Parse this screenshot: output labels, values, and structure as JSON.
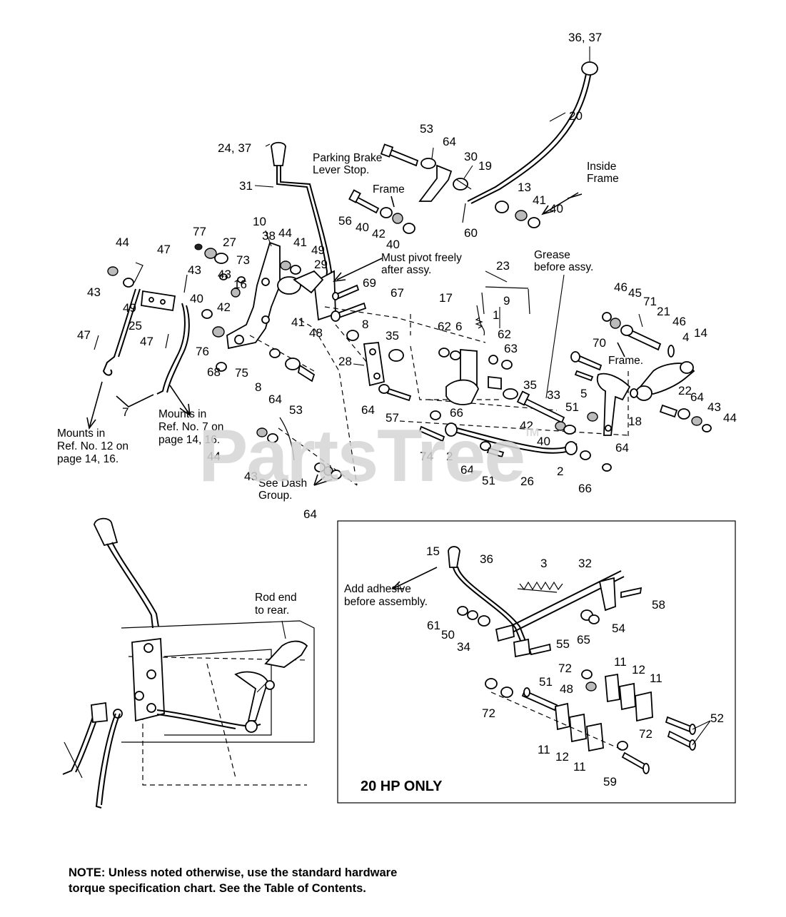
{
  "callouts_main": [
    {
      "id": "c-36-37",
      "text": "36, 37"
    },
    {
      "id": "c-20",
      "text": "20"
    },
    {
      "id": "c-53a",
      "text": "53"
    },
    {
      "id": "c-64a",
      "text": "64"
    },
    {
      "id": "c-30",
      "text": "30"
    },
    {
      "id": "c-19",
      "text": "19"
    },
    {
      "id": "c-13",
      "text": "13"
    },
    {
      "id": "c-41a",
      "text": "41"
    },
    {
      "id": "c-40a",
      "text": "40"
    },
    {
      "id": "c-60",
      "text": "60"
    },
    {
      "id": "c-24-37",
      "text": "24, 37"
    },
    {
      "id": "c-31",
      "text": "31"
    },
    {
      "id": "c-56",
      "text": "56"
    },
    {
      "id": "c-40b",
      "text": "40"
    },
    {
      "id": "c-42a",
      "text": "42"
    },
    {
      "id": "c-40c",
      "text": "40"
    },
    {
      "id": "c-10",
      "text": "10"
    },
    {
      "id": "c-77",
      "text": "77"
    },
    {
      "id": "c-27",
      "text": "27"
    },
    {
      "id": "c-38",
      "text": "38"
    },
    {
      "id": "c-44a",
      "text": "44"
    },
    {
      "id": "c-41b",
      "text": "41"
    },
    {
      "id": "c-49a",
      "text": "49"
    },
    {
      "id": "c-29",
      "text": "29"
    },
    {
      "id": "c-73",
      "text": "73"
    },
    {
      "id": "c-43a",
      "text": "43"
    },
    {
      "id": "c-43b",
      "text": "43"
    },
    {
      "id": "c-16",
      "text": "16"
    },
    {
      "id": "c-69",
      "text": "69"
    },
    {
      "id": "c-67",
      "text": "67"
    },
    {
      "id": "c-23",
      "text": "23"
    },
    {
      "id": "c-9",
      "text": "9"
    },
    {
      "id": "c-44b",
      "text": "44"
    },
    {
      "id": "c-47a",
      "text": "47"
    },
    {
      "id": "c-43c",
      "text": "43"
    },
    {
      "id": "c-49b",
      "text": "49"
    },
    {
      "id": "c-40d",
      "text": "40"
    },
    {
      "id": "c-42b",
      "text": "42"
    },
    {
      "id": "c-25",
      "text": "25"
    },
    {
      "id": "c-41c",
      "text": "41"
    },
    {
      "id": "c-48a",
      "text": "48"
    },
    {
      "id": "c-8a",
      "text": "8"
    },
    {
      "id": "c-17",
      "text": "17"
    },
    {
      "id": "c-1",
      "text": "1"
    },
    {
      "id": "c-62a",
      "text": "62"
    },
    {
      "id": "c-6",
      "text": "6"
    },
    {
      "id": "c-62b",
      "text": "62"
    },
    {
      "id": "c-63",
      "text": "63"
    },
    {
      "id": "c-35a",
      "text": "35"
    },
    {
      "id": "c-46a",
      "text": "46"
    },
    {
      "id": "c-45",
      "text": "45"
    },
    {
      "id": "c-71",
      "text": "71"
    },
    {
      "id": "c-21",
      "text": "21"
    },
    {
      "id": "c-46b",
      "text": "46"
    },
    {
      "id": "c-4",
      "text": "4"
    },
    {
      "id": "c-14",
      "text": "14"
    },
    {
      "id": "c-47b",
      "text": "47"
    },
    {
      "id": "c-47c",
      "text": "47"
    },
    {
      "id": "c-76",
      "text": "76"
    },
    {
      "id": "c-28",
      "text": "28"
    },
    {
      "id": "c-70",
      "text": "70"
    },
    {
      "id": "c-68",
      "text": "68"
    },
    {
      "id": "c-75",
      "text": "75"
    },
    {
      "id": "c-8b",
      "text": "8"
    },
    {
      "id": "c-64b",
      "text": "64"
    },
    {
      "id": "c-53b",
      "text": "53"
    },
    {
      "id": "c-35b",
      "text": "35"
    },
    {
      "id": "c-33",
      "text": "33"
    },
    {
      "id": "c-5",
      "text": "5"
    },
    {
      "id": "c-22",
      "text": "22"
    },
    {
      "id": "c-64c",
      "text": "64"
    },
    {
      "id": "c-43d",
      "text": "43"
    },
    {
      "id": "c-44c",
      "text": "44"
    },
    {
      "id": "c-7",
      "text": "7"
    },
    {
      "id": "c-64d",
      "text": "64"
    },
    {
      "id": "c-57",
      "text": "57"
    },
    {
      "id": "c-66a",
      "text": "66"
    },
    {
      "id": "c-51a",
      "text": "51"
    },
    {
      "id": "c-18",
      "text": "18"
    },
    {
      "id": "c-42c",
      "text": "42"
    },
    {
      "id": "c-40e",
      "text": "40"
    },
    {
      "id": "c-74",
      "text": "74"
    },
    {
      "id": "c-44d",
      "text": "44"
    },
    {
      "id": "c-2a",
      "text": "2"
    },
    {
      "id": "c-64e",
      "text": "64"
    },
    {
      "id": "c-64f",
      "text": "64"
    },
    {
      "id": "c-2b",
      "text": "2"
    },
    {
      "id": "c-43e",
      "text": "43"
    },
    {
      "id": "c-51b",
      "text": "51"
    },
    {
      "id": "c-26",
      "text": "26"
    },
    {
      "id": "c-66b",
      "text": "66"
    },
    {
      "id": "c-64g",
      "text": "64"
    }
  ],
  "callouts_inset": [
    {
      "id": "i-15",
      "text": "15"
    },
    {
      "id": "i-36",
      "text": "36"
    },
    {
      "id": "i-3",
      "text": "3"
    },
    {
      "id": "i-32",
      "text": "32"
    },
    {
      "id": "i-58",
      "text": "58"
    },
    {
      "id": "i-61",
      "text": "61"
    },
    {
      "id": "i-50",
      "text": "50"
    },
    {
      "id": "i-34",
      "text": "34"
    },
    {
      "id": "i-65",
      "text": "65"
    },
    {
      "id": "i-54",
      "text": "54"
    },
    {
      "id": "i-55",
      "text": "55"
    },
    {
      "id": "i-72a",
      "text": "72"
    },
    {
      "id": "i-11a",
      "text": "11"
    },
    {
      "id": "i-12a",
      "text": "12"
    },
    {
      "id": "i-11b",
      "text": "11"
    },
    {
      "id": "i-51",
      "text": "51"
    },
    {
      "id": "i-48",
      "text": "48"
    },
    {
      "id": "i-72b",
      "text": "72"
    },
    {
      "id": "i-52",
      "text": "52"
    },
    {
      "id": "i-11c",
      "text": "11"
    },
    {
      "id": "i-12b",
      "text": "12"
    },
    {
      "id": "i-72c",
      "text": "72"
    },
    {
      "id": "i-11d",
      "text": "11"
    },
    {
      "id": "i-59",
      "text": "59"
    }
  ],
  "notes": {
    "parking_brake_1": "Parking Brake",
    "parking_brake_2": "Lever Stop.",
    "frame_top": "Frame",
    "inside_frame_1": "Inside",
    "inside_frame_2": "Frame",
    "must_pivot_1": "Must pivot freely",
    "must_pivot_2": "after assy.",
    "grease_1": "Grease",
    "grease_2": "before assy.",
    "frame_right": "Frame.",
    "mounts12_1": "Mounts in",
    "mounts12_2": "Ref. No. 12 on",
    "mounts12_3": "page 14, 16.",
    "mounts7_1": "Mounts in",
    "mounts7_2": "Ref. No. 7 on",
    "mounts7_3": "page 14, 16.",
    "dash_1": "See Dash",
    "dash_2": "Group.",
    "rod_end_1": "Rod end",
    "rod_end_2": "to rear.",
    "adhesive_1": "Add adhesive",
    "adhesive_2": "before assembly."
  },
  "inset": {
    "title": "20 HP ONLY"
  },
  "footnote": {
    "line1": "NOTE: Unless noted otherwise, use the standard hardware",
    "line2": "torque specification chart. See the Table of Contents."
  },
  "watermark": {
    "text": "PartsTree",
    "mark": "TM"
  }
}
